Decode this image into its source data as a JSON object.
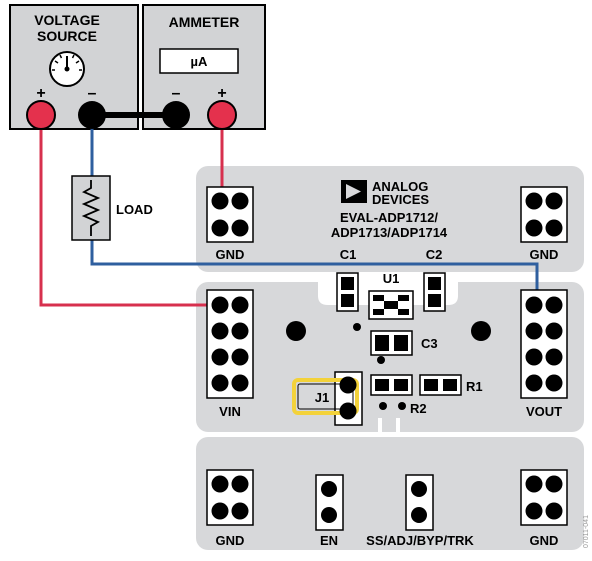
{
  "instruments": {
    "voltage_source": {
      "title_line1": "VOLTAGE",
      "title_line2": "SOURCE",
      "plus": "+",
      "minus": "–"
    },
    "ammeter": {
      "title": "AMMETER",
      "display": "µA",
      "minus": "–",
      "plus": "+"
    }
  },
  "load": {
    "label": "LOAD"
  },
  "brand": {
    "line1": "ANALOG",
    "line2": "DEVICES"
  },
  "board": {
    "title_line1": "EVAL-ADP1712/",
    "title_line2": "ADP1713/ADP1714",
    "gnd_top_left": "GND",
    "gnd_top_right": "GND",
    "c1": "C1",
    "c2": "C2",
    "u1": "U1",
    "c3": "C3",
    "r1": "R1",
    "r2": "R2",
    "j1": "J1",
    "vin": "VIN",
    "vout": "VOUT",
    "gnd_bottom_left": "GND",
    "en": "EN",
    "ss_adj": "SS/ADJ/BYP/TRK",
    "gnd_bottom_right": "GND"
  },
  "figure_id": "07011-041",
  "colors": {
    "panel_gray": "#d2d3d5",
    "board_gray": "#d7d8da",
    "terminal_red": "#e4314d",
    "wire_red": "#d7304e",
    "wire_blue": "#2f5f9f",
    "jumper_yellow": "#f3d23a"
  }
}
